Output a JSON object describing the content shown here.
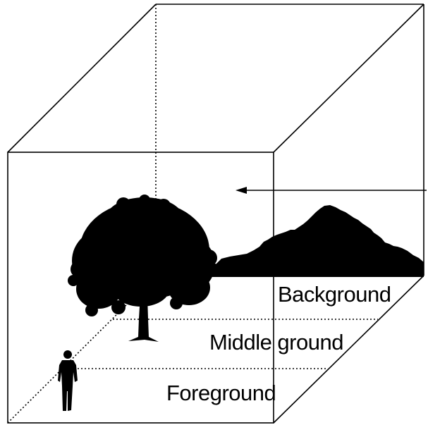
{
  "planes": {
    "background": "Background",
    "middle": "Middle ground",
    "foreground": "Foreground"
  },
  "colors": {
    "line": "#000000",
    "silhouette": "#000000",
    "canvas": "#ffffff"
  },
  "icons": [
    "tree-silhouette",
    "mountain-silhouette",
    "person-silhouette",
    "direction-arrow"
  ]
}
